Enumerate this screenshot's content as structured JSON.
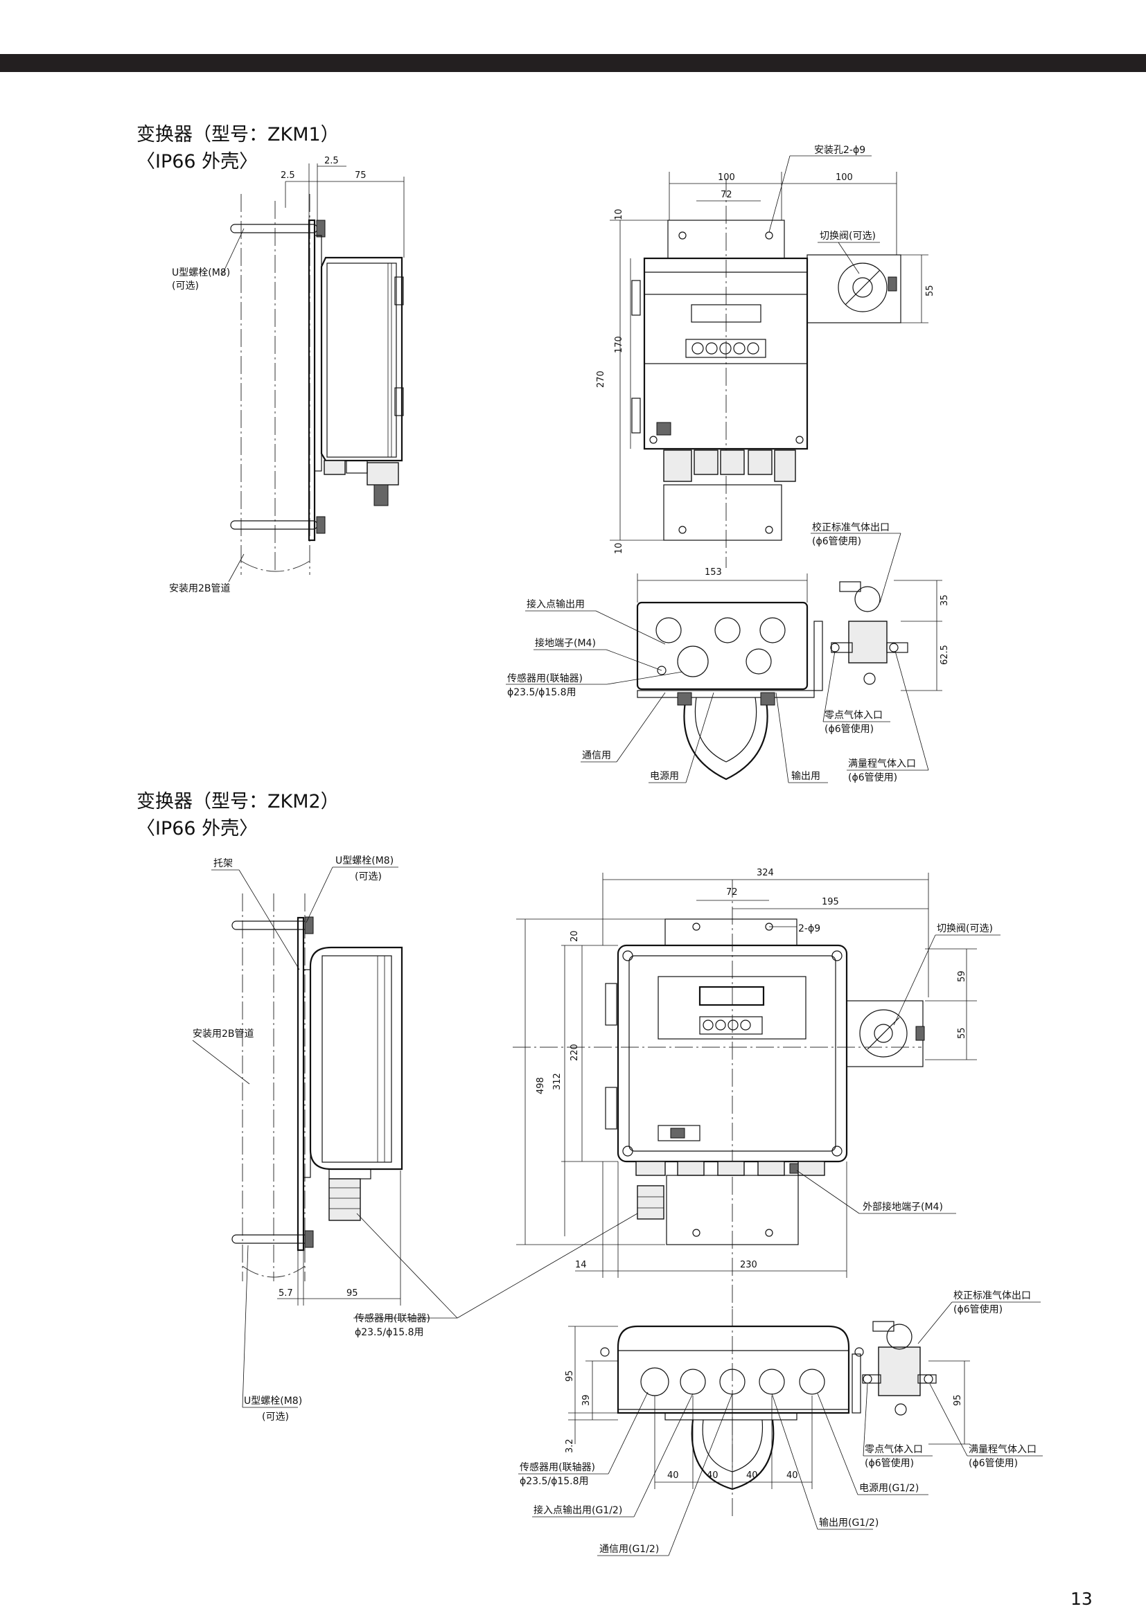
{
  "page": {
    "number": "13"
  },
  "zkm1": {
    "title": "变换器（型号：ZKM1）",
    "subtitle": "〈IP66 外壳〉",
    "side_view": {
      "dims": {
        "d1": "2.5",
        "d2": "2.5",
        "d3": "75"
      },
      "labels": {
        "u_bolt": "U型螺栓(M8)",
        "u_bolt_opt": "(可选)",
        "pipe": "安装用2B管道"
      }
    },
    "front_view": {
      "dims": {
        "w1": "100",
        "w2": "100",
        "w3": "72",
        "h_total": "270",
        "h_body": "170",
        "h_top": "10",
        "h_bot": "10",
        "h_valve": "55"
      },
      "labels": {
        "mount_hole": "安装孔2-ϕ9",
        "switch_valve": "切换阀(可选)"
      }
    },
    "bottom_view": {
      "dims": {
        "width": "153",
        "h1": "35",
        "h2": "62.5"
      },
      "labels": {
        "contact_out": "接入点输出用",
        "ground": "接地端子(M4)",
        "sensor": "传感器用(联轴器)",
        "sensor_size": "ϕ23.5/ϕ15.8用",
        "comm": "通信用",
        "power": "电源用",
        "output": "输出用",
        "cal_out": "校正标准气体出口",
        "cal_out_pipe": "(ϕ6管使用)",
        "zero_in": "零点气体入口",
        "zero_in_pipe": "(ϕ6管使用)",
        "span_in": "满量程气体入口",
        "span_in_pipe": "(ϕ6管使用)"
      }
    }
  },
  "zkm2": {
    "title": "变换器（型号：ZKM2）",
    "subtitle": "〈IP66 外壳〉",
    "side_view": {
      "dims": {
        "d1": "5.7",
        "d2": "95"
      },
      "labels": {
        "bracket": "托架",
        "u_bolt_top": "U型螺栓(M8)",
        "u_bolt_top_opt": "(可选)",
        "pipe": "安装用2B管道",
        "sensor": "传感器用(联轴器)",
        "sensor_size": "ϕ23.5/ϕ15.8用",
        "u_bolt_bottom": "U型螺栓(M8)",
        "u_bolt_bottom_opt": "(可选)"
      }
    },
    "front_view": {
      "dims": {
        "w_total": "324",
        "w1": "72",
        "w2": "195",
        "h_total": "498",
        "h_body": "312",
        "h_face": "220",
        "h_top": "20",
        "h_v1": "59",
        "h_v2": "55",
        "b_left": "14",
        "b_width": "230"
      },
      "labels": {
        "mount_hole": "2-ϕ9",
        "switch_valve": "切换阀(可选)",
        "ext_ground": "外部接地端子(M4)"
      }
    },
    "bottom_view": {
      "dims": {
        "h_total": "95",
        "h_mid": "39",
        "h_low": "3.2",
        "p1": "40",
        "p2": "40",
        "p3": "40",
        "p4": "40",
        "h_right": "95"
      },
      "labels": {
        "cal_out": "校正标准气体出口",
        "cal_out_pipe": "(ϕ6管使用)",
        "zero_in": "零点气体入口",
        "zero_in_pipe": "(ϕ6管使用)",
        "span_in": "满量程气体入口",
        "span_in_pipe": "(ϕ6管使用)",
        "sensor": "传感器用(联轴器)",
        "sensor_size": "ϕ23.5/ϕ15.8用",
        "power": "电源用(G1/2)",
        "contact_out": "接入点输出用(G1/2)",
        "output": "输出用(G1/2)",
        "comm": "通信用(G1/2)"
      }
    }
  }
}
